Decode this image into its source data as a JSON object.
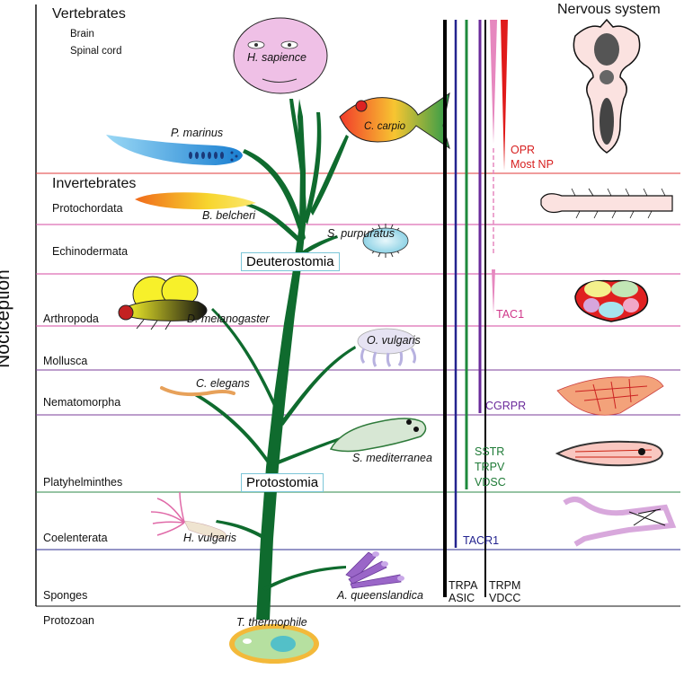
{
  "y_axis_label": "Nociception",
  "nervous_system_title": "Nervous system",
  "groups": {
    "vertebrates": "Vertebrates",
    "invertebrates": "Invertebrates",
    "protochordata": "Protochordata",
    "echinodermata": "Echinodermata",
    "arthropoda": "Arthropoda",
    "mollusca": "Mollusca",
    "nematomorpha": "Nematomorpha",
    "platyhelminthes": "Platyhelminthes",
    "coelenterata": "Coelenterata",
    "sponges": "Sponges",
    "protozoan": "Protozoan"
  },
  "vertebrate_parts": {
    "brain": "Brain",
    "spinal_cord": "Spinal cord"
  },
  "clades": {
    "deuterostomia": "Deuterostomia",
    "protostomia": "Protostomia"
  },
  "species": {
    "h_sapience": "H. sapience",
    "c_carpio": "C. carpio",
    "p_marinus": "P. marinus",
    "b_belcheri": "B. belcheri",
    "s_purpuratus": "S. purpuratus",
    "d_melanogaster": "D. melanogaster",
    "o_vulgaris": "O. vulgaris",
    "c_elegans": "C. elegans",
    "s_mediterranea": "S. mediterranea",
    "h_vulgaris": "H. vulgaris",
    "a_queenslandica": "A. queenslandica",
    "t_thermophile": "T. thermophile"
  },
  "receptors": {
    "opr": "OPR",
    "most_np": "Most NP",
    "tac1": "TAC1",
    "cgrpr": "CGRPR",
    "sstr": "SSTR",
    "trpv": "TRPV",
    "vdsc": "VDSC",
    "tacr1": "TACR1",
    "trpa": "TRPA",
    "asic": "ASIC",
    "trpm": "TRPM",
    "vdcc": "VDCC"
  },
  "colors": {
    "tree": "#0f6b2e",
    "opr": "#e01b1b",
    "tac1": "#e0509a",
    "cgrpr": "#6a2a9a",
    "sstr": "#1e8a3c",
    "tacr1": "#23238f",
    "trpa": "#000000",
    "divider_red": "#e23a3a",
    "divider_pink": "#d64aa0",
    "divider_purple": "#7b3d9a",
    "divider_green": "#2e8a4a",
    "divider_navy": "#2b2b8f"
  }
}
